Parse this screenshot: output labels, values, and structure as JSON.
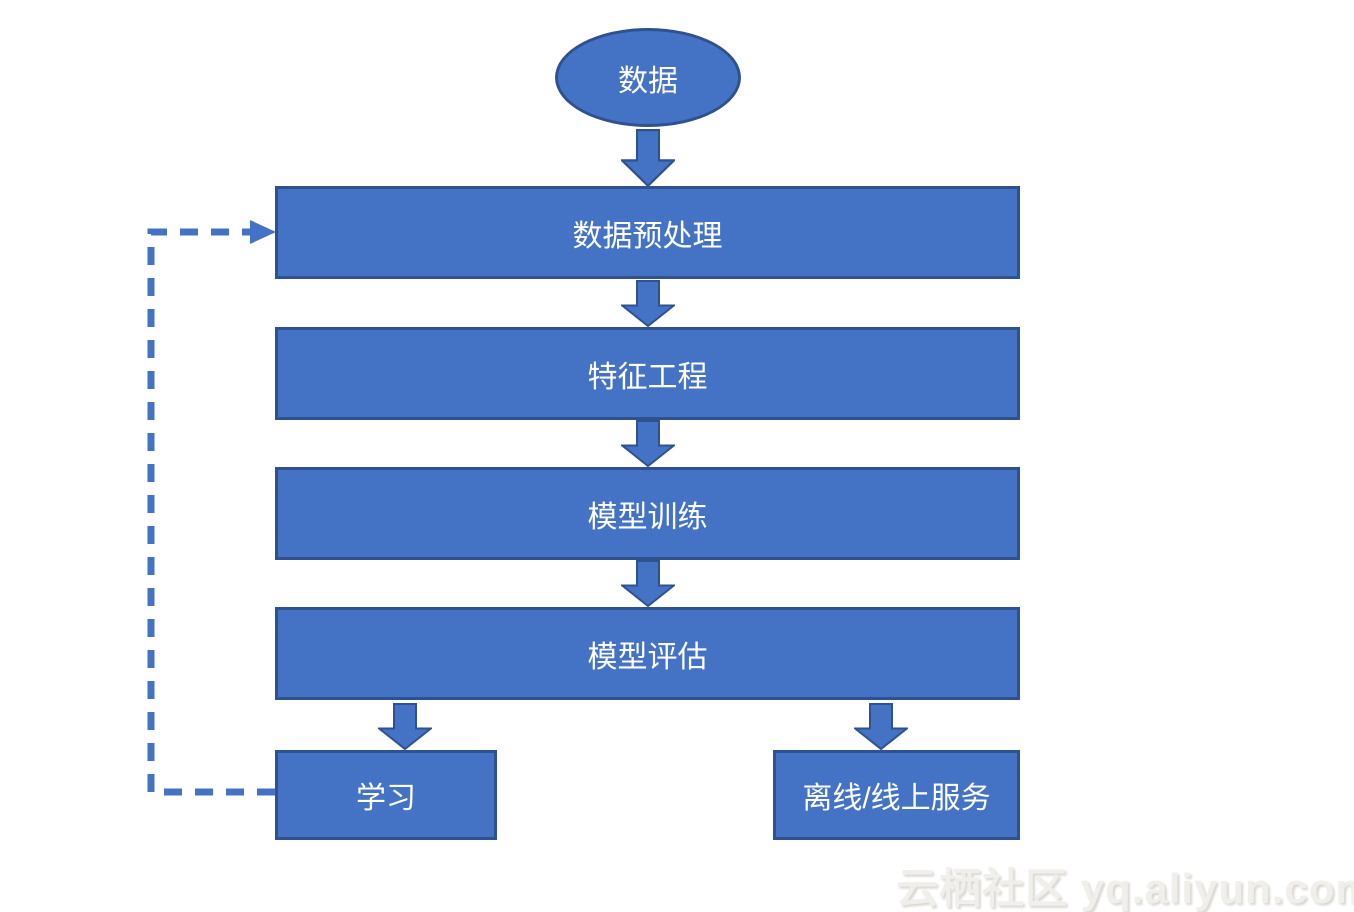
{
  "flowchart": {
    "start": {
      "label": "数据",
      "shape": "ellipse"
    },
    "steps": [
      {
        "label": "数据预处理"
      },
      {
        "label": "特征工程"
      },
      {
        "label": "模型训练"
      },
      {
        "label": "模型评估"
      }
    ],
    "outputs": [
      {
        "label": "学习"
      },
      {
        "label": "离线/线上服务"
      }
    ],
    "feedback": {
      "from": "学习",
      "to": "数据预处理",
      "style": "dashed"
    }
  },
  "watermark": {
    "text": "云栖社区 yq.aliyun.com"
  },
  "colors": {
    "node_fill": "#4472C4",
    "node_border": "#2F528F",
    "connector": "#4472C4",
    "label_text": "#FFFFFF",
    "watermark_text": "#F1EFEC"
  }
}
